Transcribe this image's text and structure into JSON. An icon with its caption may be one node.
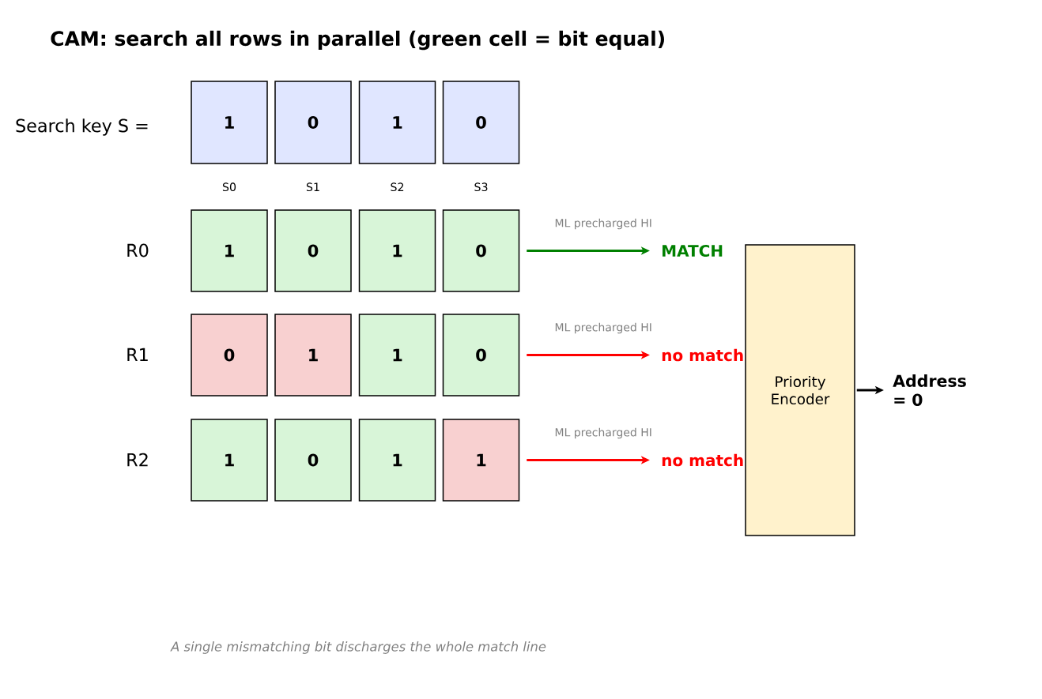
{
  "diagram": {
    "title": "CAM: search all rows in parallel (green cell = bit equal)",
    "nodes": [
      {
        "text": [
          "1"
        ],
        "beside": [
          "S0"
        ]
      },
      {
        "text": [
          "0"
        ],
        "beside": [
          "S1"
        ]
      },
      {
        "text": [
          "1"
        ],
        "beside": [
          "S2"
        ]
      },
      {
        "text": [
          "0"
        ],
        "beside": [
          "S3"
        ]
      },
      {
        "text": [
          "1"
        ]
      },
      {
        "text": [
          "0"
        ]
      },
      {
        "text": [
          "1"
        ]
      },
      {
        "text": [
          "0"
        ]
      },
      {
        "text": [
          "0"
        ]
      },
      {
        "text": [
          "1"
        ]
      },
      {
        "text": [
          "1"
        ]
      },
      {
        "text": [
          "0"
        ]
      },
      {
        "text": [
          "1"
        ]
      },
      {
        "text": [
          "0"
        ]
      },
      {
        "text": [
          "1"
        ]
      },
      {
        "text": [
          "1"
        ]
      },
      {
        "text": [
          "MATCH"
        ]
      },
      {
        "text": [
          "no match"
        ]
      },
      {
        "text": [
          "no match"
        ]
      },
      {
        "text": [
          "Priority Encoder"
        ]
      },
      {
        "text": [
          "Address = 0"
        ]
      }
    ],
    "edges": [
      {
        "from": 7,
        "to": 16,
        "arrow": "to",
        "label": "ML precharged HI",
        "color": "#008000"
      },
      {
        "from": 11,
        "to": 17,
        "arrow": "to",
        "label": "ML precharged HI",
        "color": "#ff0000"
      },
      {
        "from": 15,
        "to": 18,
        "arrow": "to",
        "label": "ML precharged HI",
        "color": "#ff0000"
      },
      {
        "from": 19,
        "to": 20,
        "arrow": "to",
        "color": "#000000"
      }
    ],
    "labels": [
      "Search key S =",
      "R0",
      "R1",
      "R2"
    ],
    "caption": "A single mismatching bit discharges the whole match line"
  }
}
